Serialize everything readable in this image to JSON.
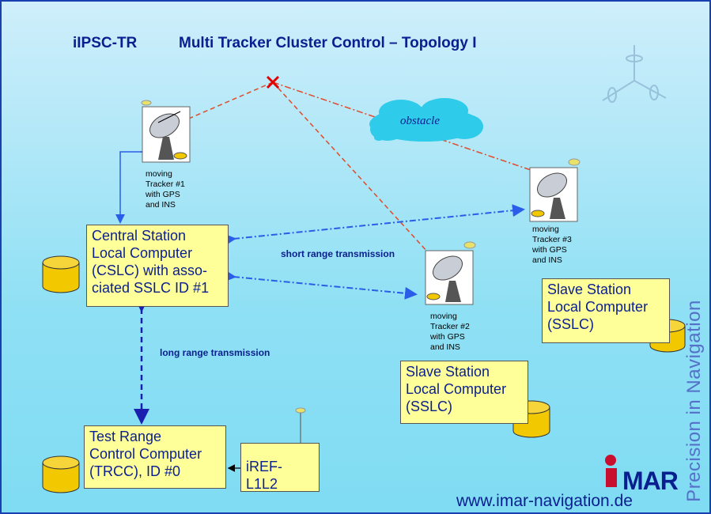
{
  "title": {
    "product": "iIPSC-TR",
    "main": "Multi Tracker Cluster Control – Topology I"
  },
  "obstacle": {
    "label": "obstacle"
  },
  "trackers": [
    {
      "lines": [
        "moving",
        "Tracker #1",
        "with GPS",
        "and INS"
      ]
    },
    {
      "lines": [
        "moving",
        "Tracker #2",
        "with GPS",
        "and INS"
      ]
    },
    {
      "lines": [
        "moving",
        "Tracker #3",
        "with GPS",
        "and INS"
      ]
    }
  ],
  "boxes": {
    "cslc": [
      "Central Station",
      "Local Computer",
      "(CSLC) with asso-",
      "ciated SSLC ID #1"
    ],
    "sslc1": [
      "Slave Station",
      "Local Computer",
      "(SSLC)"
    ],
    "sslc2": [
      "Slave Station",
      "Local Computer",
      "(SSLC)"
    ],
    "trcc": [
      "Test Range",
      "Control Computer",
      "(TRCC), ID #0"
    ],
    "iref": "iREF-L1L2"
  },
  "links": {
    "short": "short range transmission",
    "long": "long range transmission"
  },
  "branding": {
    "logo": "iMAR",
    "url": "www.imar-navigation.de",
    "slogan": "Precision in Navigation",
    "logo_color": "#c8102e",
    "text_color": "#0a1f8f"
  }
}
